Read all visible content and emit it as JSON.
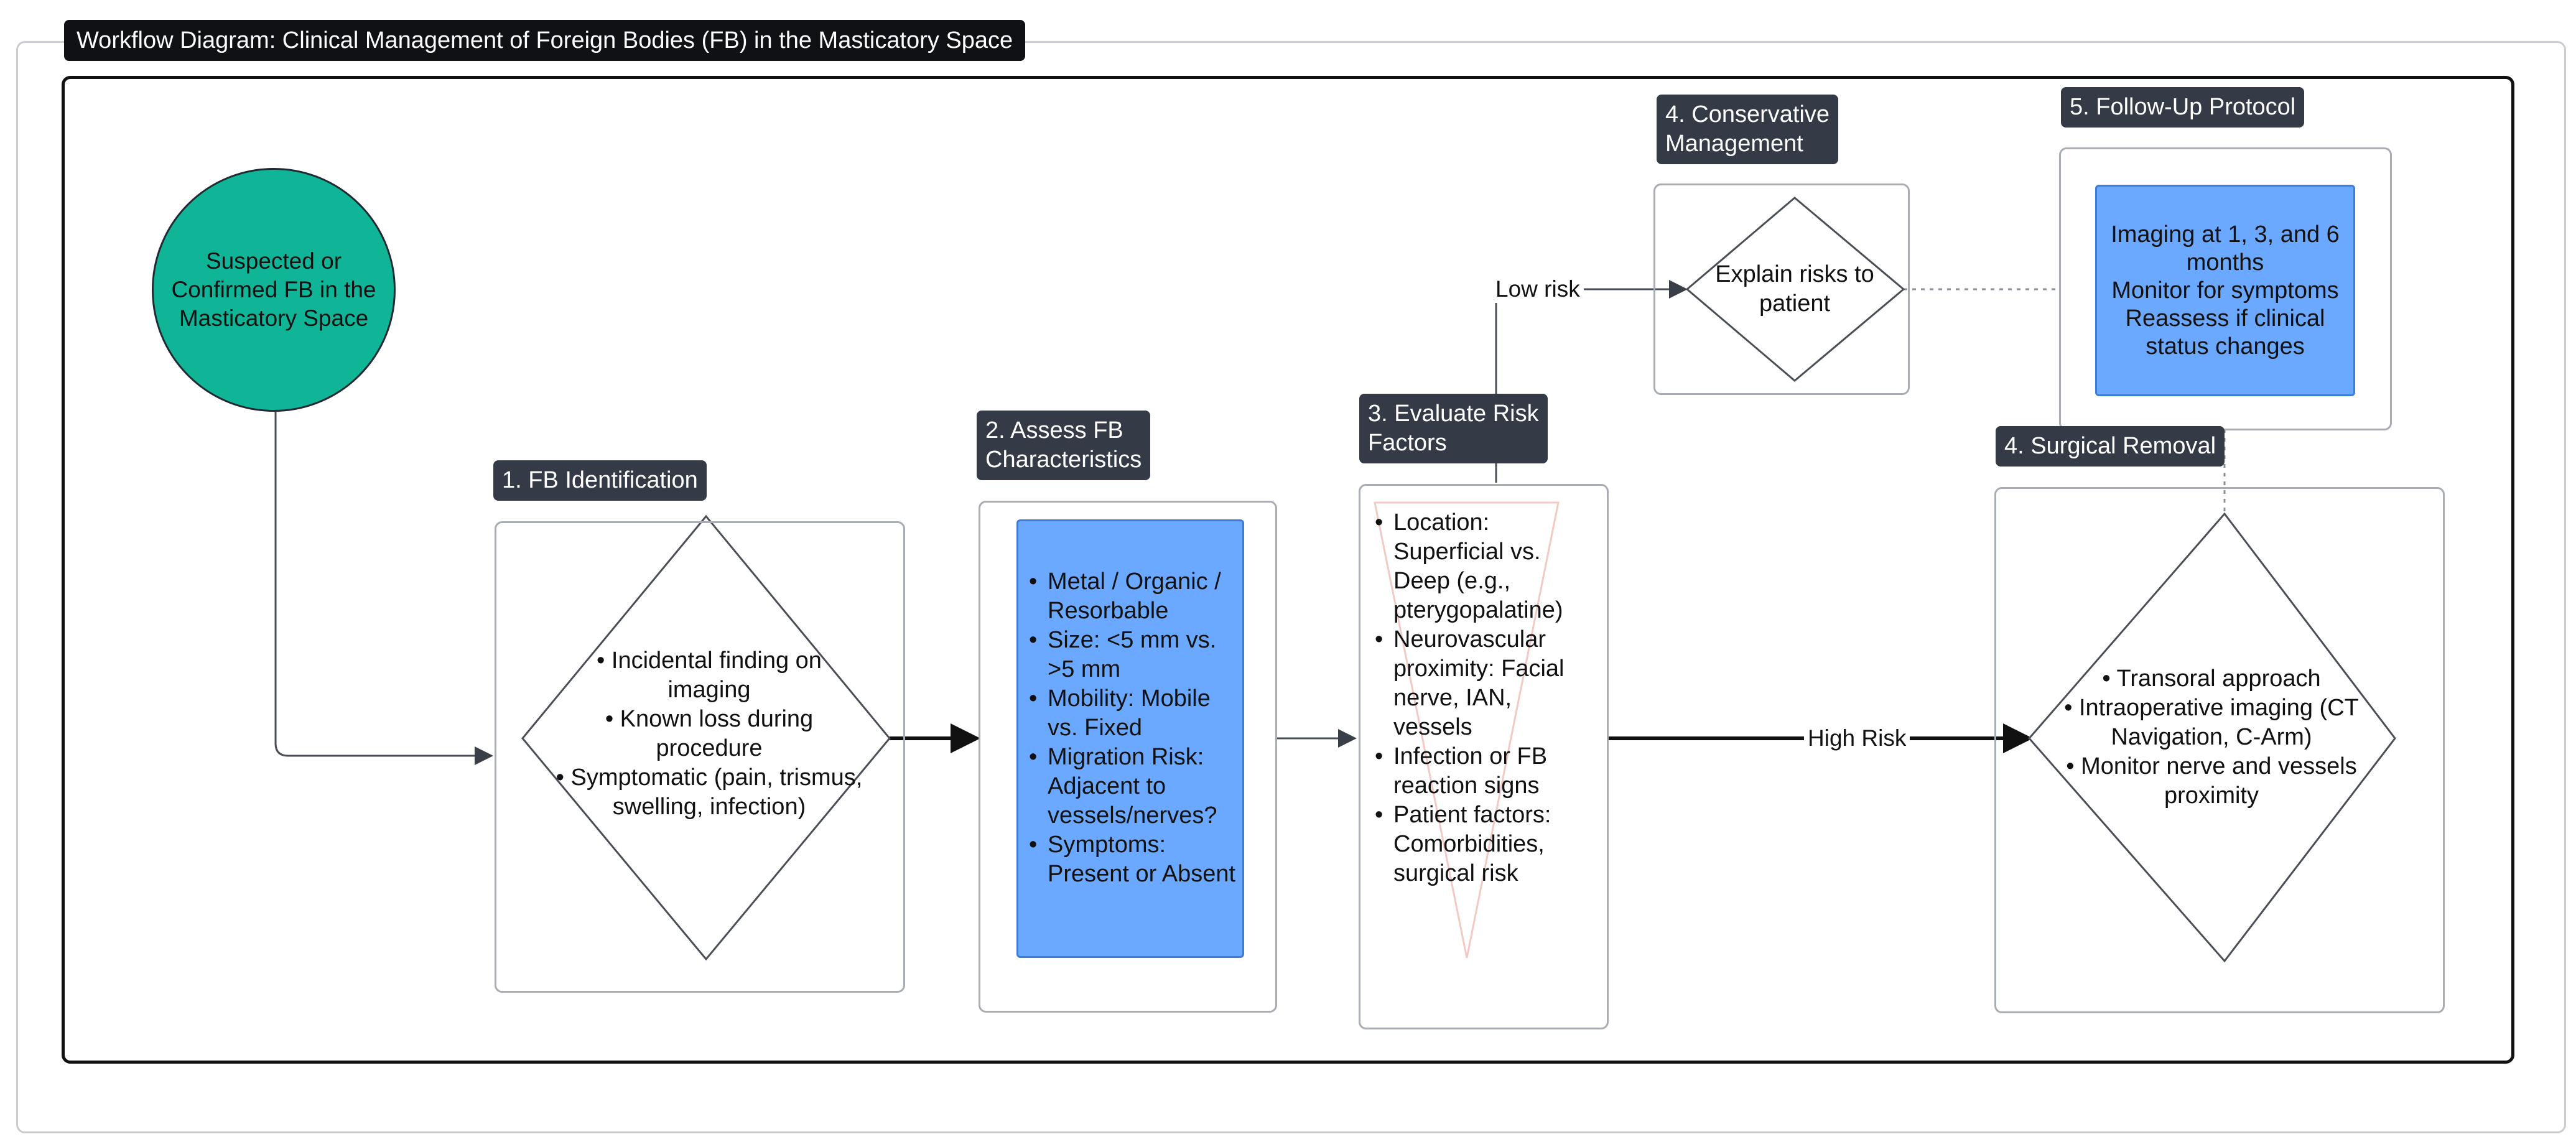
{
  "title": "Workflow Diagram: Clinical Management of Foreign Bodies (FB) in the Masticatory Space",
  "start_node": {
    "text": "Suspected or\nConfirmed FB in the\nMasticatory Space",
    "color": "#10b497"
  },
  "stage1": {
    "tag": "1. FB Identification",
    "text": "• Incidental finding on\nimaging\n• Known loss during\nprocedure\n• Symptomatic (pain, trismus,\nswelling, infection)"
  },
  "stage2": {
    "tag": "2. Assess FB\nCharacteristics",
    "items": [
      "Metal / Organic / Resorbable",
      "Size: <5 mm vs. >5 mm",
      "Mobility: Mobile vs. Fixed",
      "Migration Risk: Adjacent to vessels/nerves?",
      "Symptoms: Present or Absent"
    ]
  },
  "stage3": {
    "tag": "3. Evaluate Risk\nFactors",
    "items": [
      "Location: Superficial vs. Deep (e.g., pterygopalatine)",
      "Neurovascular proximity: Facial nerve, IAN, vessels",
      "Infection or FB reaction signs",
      "Patient factors: Comorbidities, surgical risk"
    ]
  },
  "stage4a": {
    "tag": "4. Conservative\nManagement",
    "text": "Explain risks to\npatient"
  },
  "stage4b": {
    "tag": "4. Surgical Removal",
    "text": "• Transoral approach\n• Intraoperative imaging (CT\nNavigation, C-Arm)\n• Monitor nerve and vessels\nproximity"
  },
  "stage5": {
    "tag": "5. Follow-Up Protocol",
    "text": "Imaging at 1, 3, and 6\nmonths\nMonitor for symptoms\nReassess if clinical\nstatus changes"
  },
  "edges": {
    "low_risk": "Low risk",
    "high_risk": "High Risk"
  },
  "colors": {
    "box_blue": "#6aa9ff",
    "tag_dark": "#343a46",
    "title_dark": "#0f1115"
  }
}
